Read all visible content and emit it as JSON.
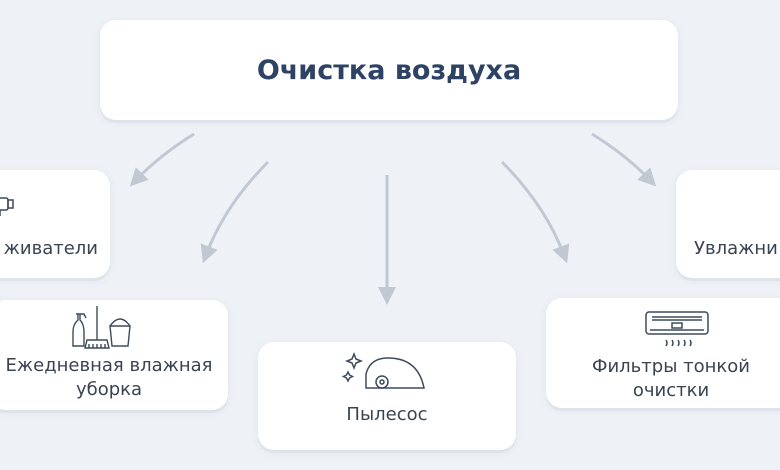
{
  "title": "Очистка воздуха",
  "nodes": {
    "disinfectors": "живатели",
    "wet_cleaning_line1": "Ежедневная влажная",
    "wet_cleaning_line2": "уборка",
    "vacuum": "Пылесос",
    "filters_line1": "Фильтры тонкой",
    "filters_line2": "очистки",
    "humidifiers": "Увлажни"
  },
  "colors": {
    "background": "#eef2f6",
    "arrow": "#c1c8d2",
    "title": "#2e4364",
    "icon": "#3e4a5c"
  }
}
